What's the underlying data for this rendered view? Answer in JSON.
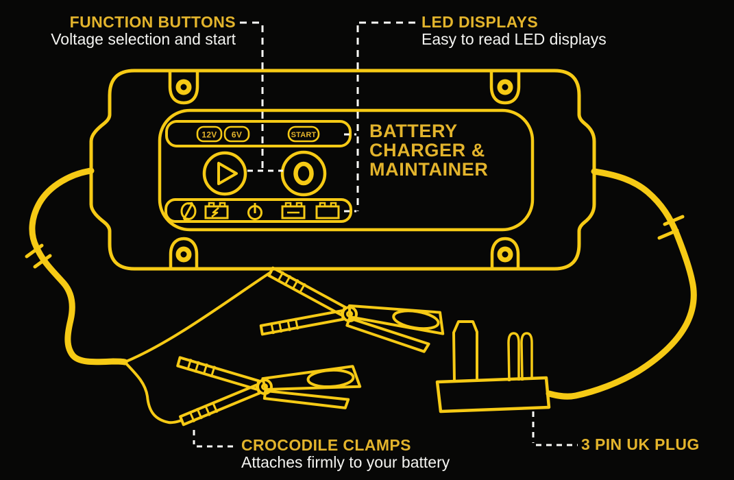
{
  "palette": {
    "background": "#070706",
    "line_yellow": "#f6ca15",
    "gold_text": "#e3b42c",
    "white_text": "#f4f4f1"
  },
  "callouts": {
    "function_buttons": {
      "title": "FUNCTION BUTTONS",
      "subtitle": "Voltage selection and start"
    },
    "led_displays": {
      "title": "LED DISPLAYS",
      "subtitle": "Easy to read LED displays"
    },
    "crocodile_clamps": {
      "title": "CROCODILE CLAMPS",
      "subtitle": "Attaches firmly to your battery"
    },
    "uk_plug": {
      "title": "3 PIN UK PLUG"
    }
  },
  "device": {
    "title_line1": "BATTERY",
    "title_line2": "CHARGER &",
    "title_line3": "MAINTAINER",
    "buttons": {
      "voltage_12": "12V",
      "voltage_6": "6V",
      "start": "START"
    },
    "status_icons": [
      {
        "name": "recondition-mode-icon"
      },
      {
        "name": "battery-charging-icon"
      },
      {
        "name": "power-icon"
      },
      {
        "name": "battery-charged-icon"
      },
      {
        "name": "battery-full-icon"
      }
    ]
  }
}
